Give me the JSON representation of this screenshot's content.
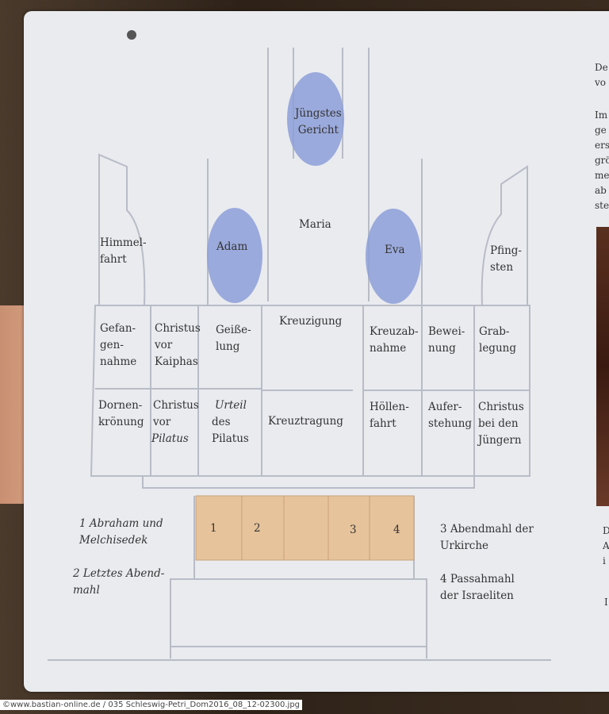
{
  "altar": {
    "top": "Jüngstes\nGericht",
    "maria": "Maria",
    "adam": "Adam",
    "eva": "Eva",
    "himmelfahrt": "Himmel-\nfahrt",
    "pfingsten": "Pfing-\nsten",
    "row1": [
      "Gefan-\ngen-\nnahme",
      "Christus\nvor\nKaiphas",
      "Geiße-\nlung",
      "Kreuzigung",
      "Kreuzab-\nnahme",
      "Bewei-\nnung",
      "Grab-\nlegung"
    ],
    "row2": [
      "Dornen-\nkrönung",
      "Christus\nvor",
      "Pilatus",
      "Urteil",
      "des\nPilatus",
      "Kreuztragung",
      "Höllen-\nfahrt",
      "Aufer-\nstehung",
      "Christus\nbei den\nJüngern"
    ],
    "predella": [
      "1",
      "2",
      "3",
      "4"
    ]
  },
  "legend": [
    "1 Abraham und\n   Melchisedek",
    "2 Letztes Abend-\n   mahl",
    "3 Abendmahl der\n   Urkirche",
    "4 Passahmahl\n   der Israeliten"
  ],
  "side_text": [
    "De\nvo",
    "Im\nge\ners\ngrö\nme\nab\nste",
    "D\nA\ni",
    "I"
  ],
  "credit": "©www.bastian-online.de / 035 Schleswig-Petri_Dom2016_08_12-02300.jpg",
  "colors": {
    "oval": "#8d9fd8",
    "predella": "#e6c39b",
    "line": "#b8bcc6"
  }
}
